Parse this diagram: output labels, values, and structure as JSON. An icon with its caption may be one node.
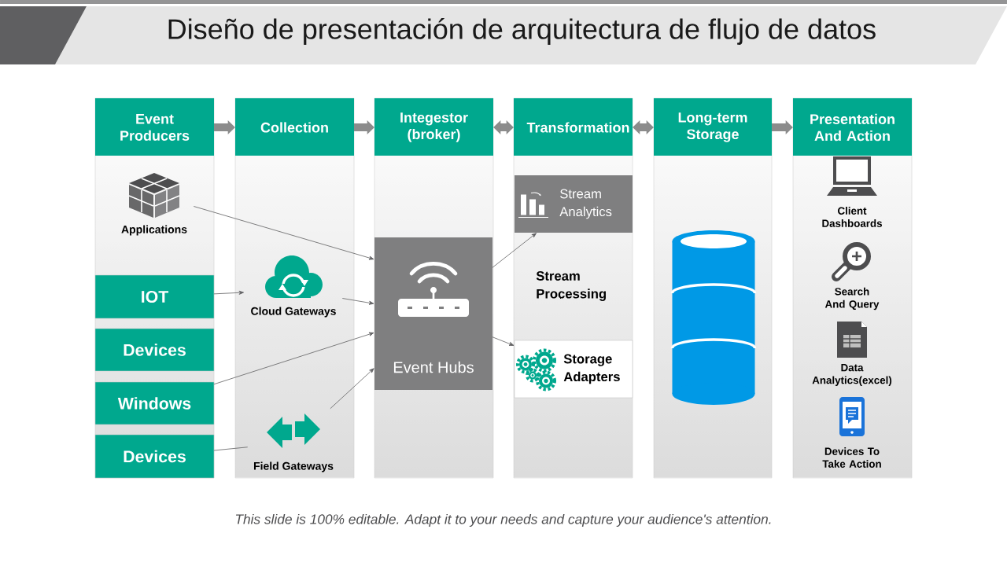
{
  "diagram": {
    "title": "Diseño de presentación de arquitectura de flujo de datos",
    "caption": "This slide is 100% editable. Adapt it to your needs and capture your audience's attention.",
    "nodes": [
      {
        "text": [
          "Event Producers"
        ]
      },
      {
        "text": [
          "Applications"
        ],
        "in": 0
      },
      {
        "text": [
          "IOT"
        ],
        "in": 0
      },
      {
        "text": [
          "Devices"
        ],
        "in": 0
      },
      {
        "text": [
          "Windows"
        ],
        "in": 0
      },
      {
        "text": [
          "Devices"
        ],
        "in": 0
      },
      {
        "text": [
          "Collection"
        ]
      },
      {
        "text": [
          "Cloud Gateways"
        ],
        "in": 6
      },
      {
        "text": [
          "Field Gateways"
        ],
        "in": 6
      },
      {
        "text": [
          "Integestor (broker)"
        ]
      },
      {
        "text": [
          "Event Hubs"
        ],
        "in": 9
      },
      {
        "text": [
          "Transformation"
        ]
      },
      {
        "text": [
          "Stream Analytics"
        ],
        "in": 11
      },
      {
        "text": [
          "Storage Adapters"
        ],
        "in": 11
      },
      {
        "text": [
          "Long-term Storage"
        ]
      },
      {
        "text": [],
        "shape": "cylinder",
        "in": 14
      },
      {
        "text": [
          "Presentation And Action"
        ]
      },
      {
        "text": [
          "Client Dashboards"
        ],
        "in": 16
      },
      {
        "text": [
          "Search And Query"
        ],
        "in": 16
      },
      {
        "text": [
          "Data Analytics(excel)"
        ],
        "in": 16
      },
      {
        "text": [
          "Devices To Take Action"
        ],
        "in": 16
      }
    ],
    "edges": [
      {
        "from": 0,
        "to": 6,
        "arrow": "to",
        "style": "thick",
        "color": "#8c8c8c"
      },
      {
        "from": 6,
        "to": 9,
        "arrow": "to",
        "style": "thick",
        "color": "#8c8c8c"
      },
      {
        "from": 9,
        "to": 11,
        "arrow": "both",
        "style": "thick",
        "color": "#8c8c8c"
      },
      {
        "from": 11,
        "to": 14,
        "arrow": "both",
        "style": "thick",
        "color": "#8c8c8c"
      },
      {
        "from": 14,
        "to": 16,
        "arrow": "to",
        "style": "thick",
        "color": "#8c8c8c"
      },
      {
        "from": 1,
        "to": 10,
        "arrow": "to"
      },
      {
        "from": 2,
        "to": 7,
        "arrow": "to"
      },
      {
        "from": 7,
        "to": 10,
        "arrow": "to"
      },
      {
        "from": 4,
        "to": 10,
        "arrow": "to"
      },
      {
        "from": 8,
        "to": 10,
        "arrow": "to"
      },
      {
        "from": 5,
        "to": 8,
        "arrow": "none"
      },
      {
        "from": 10,
        "to": 12,
        "arrow": "to"
      },
      {
        "from": 10,
        "to": 13,
        "arrow": "to"
      }
    ],
    "labels": [
      "Stream Processing"
    ]
  }
}
